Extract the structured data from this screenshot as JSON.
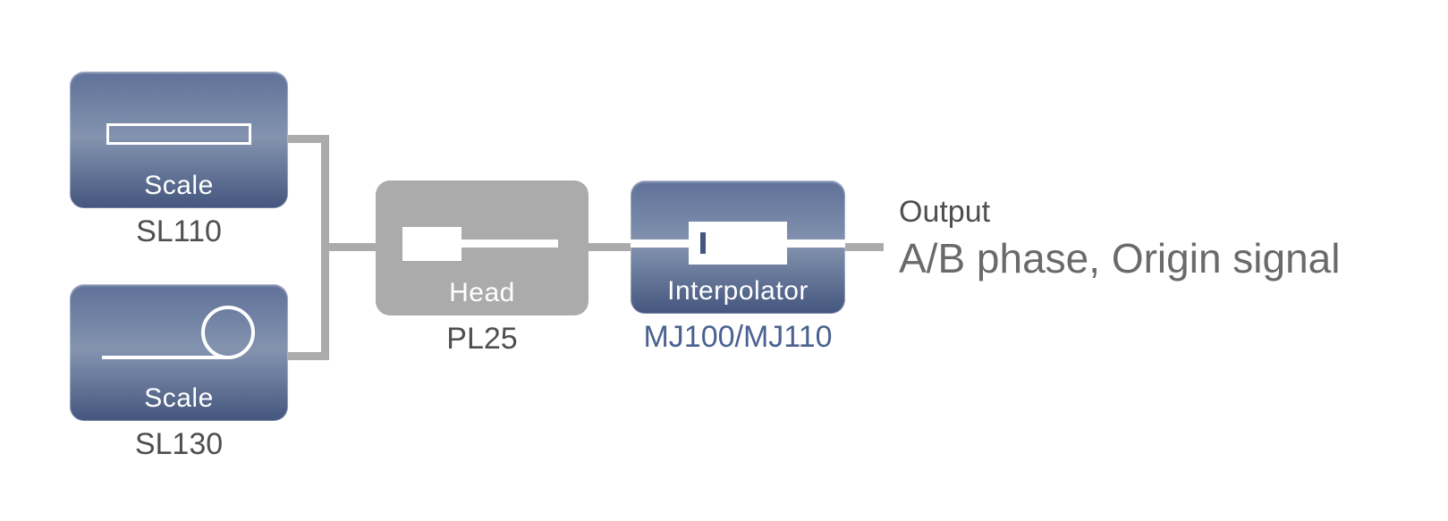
{
  "diagram": {
    "scale_top": {
      "label": "Scale",
      "model": "SL110"
    },
    "scale_bottom": {
      "label": "Scale",
      "model": "SL130"
    },
    "head": {
      "label": "Head",
      "model": "PL25"
    },
    "interpolator": {
      "label": "Interpolator",
      "model": "MJ100/MJ110"
    },
    "output": {
      "title": "Output",
      "signal": "A/B phase, Origin signal"
    }
  },
  "icons": {
    "scale_top_icon": "linear-scale-icon",
    "scale_bottom_icon": "tape-roll-icon",
    "head_icon": "read-head-icon",
    "interpolator_icon": "interpolator-unit-icon"
  },
  "colors": {
    "blue_box_top": "#5f7199",
    "blue_box_mid": "#8393af",
    "blue_box_bottom": "#44567e",
    "gray_box": "#ababab",
    "connector": "#ababab",
    "label_gray": "#4f4f4f",
    "label_blue": "#4a6191",
    "output_text": "#6a6a6a"
  }
}
